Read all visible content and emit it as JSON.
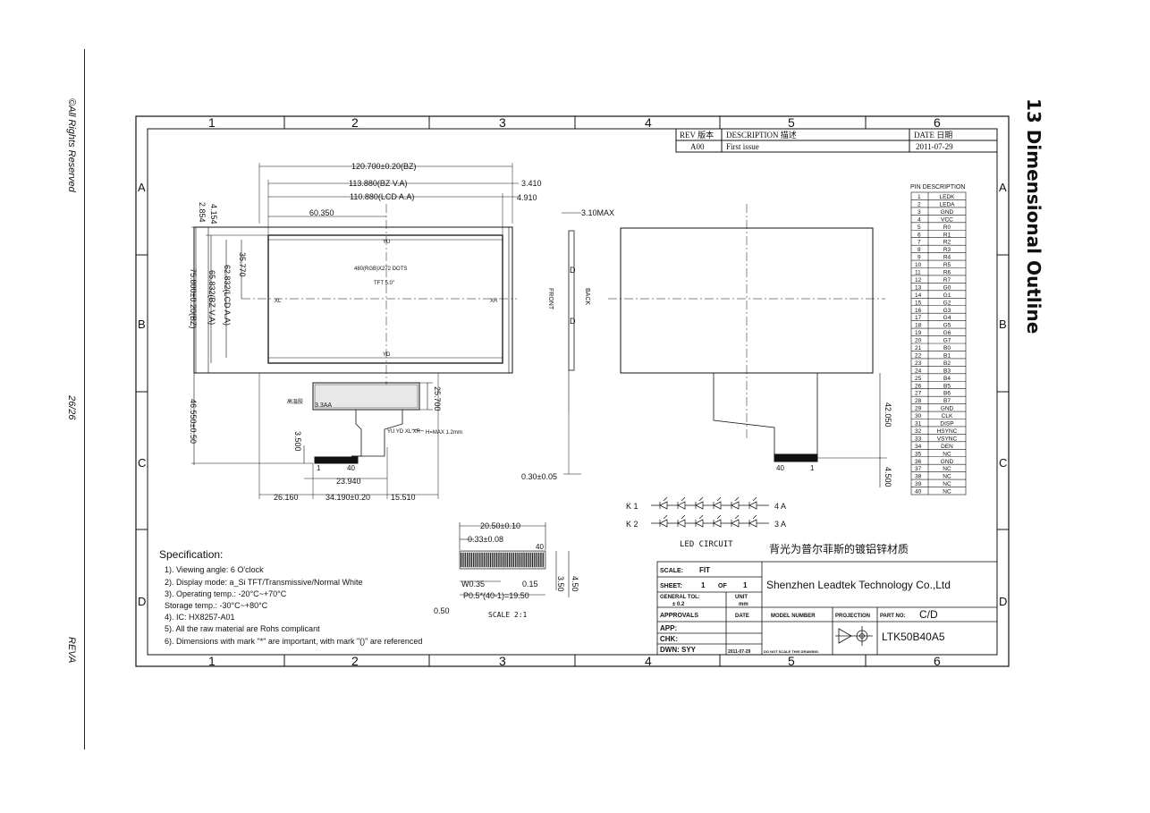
{
  "page": {
    "left_margin_text": {
      "rights": "©All Rights Reserved",
      "page_no": "26/26",
      "revision": "REVA"
    },
    "section_title": "13 Dimensional Outline"
  },
  "frame": {
    "columns": [
      "1",
      "2",
      "3",
      "4",
      "5",
      "6"
    ],
    "rows": [
      "A",
      "B",
      "C",
      "D"
    ]
  },
  "revision_table": {
    "headers": [
      "REV 版本",
      "DESCRIPTION 描述",
      "DATE 日期"
    ],
    "row": [
      "A00",
      "First issue",
      "2011-07-29"
    ]
  },
  "front_view": {
    "dim_overall_width": "120.700±0.20(BZ)",
    "dim_va_width": "113.880(BZ V.A)",
    "dim_aa_width": "110.880(LCD A.A)",
    "dim_right1": "3.410",
    "dim_right2": "4.910",
    "dim_half": "60.350",
    "dim_left1": "4.154",
    "dim_left2": "2.854",
    "dim_v1": "35.770",
    "dim_v2": "62.832(LCD A.A)",
    "dim_v3": "65.832(BZ V.A)",
    "dim_v4": "75.800±0.20(BZ)",
    "center_line1": "480(RGB)X272 DOTS",
    "center_line2": "TFT 5.0\"",
    "lbl_yu": "YU",
    "lbl_yd": "YD",
    "lbl_xl": "XL",
    "lbl_xr": "XR",
    "fpc_dim_25": "25.700",
    "fpc_dim_46": "46.550±0.50",
    "fpc_dim_35": "3.500",
    "fpc_pin1": "1",
    "fpc_pin40": "40",
    "fpc_dim_23": "23.940",
    "fpc_dim_26": "26.160",
    "fpc_dim_34": "34.190±0.20",
    "fpc_dim_15": "15.510",
    "fpc_label_cn": "高温胶",
    "fpc_label_aa": "3.3AA",
    "fpc_touch": "YU YD\nXL XR",
    "fpc_hmax": "H=MAX 1.2mm"
  },
  "side_view": {
    "dim_thickness": "3.10MAX",
    "lbl_front": "FRONT",
    "lbl_back": "BACK",
    "lbl_d": "D",
    "dim_bottom": "0.30±0.05"
  },
  "back_view": {
    "dim_42": "42.050",
    "dim_45": "4.500",
    "pin40": "40",
    "pin1": "1"
  },
  "pin_table": {
    "title": "PIN  DESCRIPTION",
    "pins": [
      [
        "1",
        "LEDK"
      ],
      [
        "2",
        "LEDA"
      ],
      [
        "3",
        "GND"
      ],
      [
        "4",
        "VCC"
      ],
      [
        "5",
        "R0"
      ],
      [
        "6",
        "R1"
      ],
      [
        "7",
        "R2"
      ],
      [
        "8",
        "R3"
      ],
      [
        "9",
        "R4"
      ],
      [
        "10",
        "R5"
      ],
      [
        "11",
        "R6"
      ],
      [
        "12",
        "R7"
      ],
      [
        "13",
        "G0"
      ],
      [
        "14",
        "G1"
      ],
      [
        "15",
        "G2"
      ],
      [
        "16",
        "G3"
      ],
      [
        "17",
        "G4"
      ],
      [
        "18",
        "G5"
      ],
      [
        "19",
        "G6"
      ],
      [
        "20",
        "G7"
      ],
      [
        "21",
        "B0"
      ],
      [
        "22",
        "B1"
      ],
      [
        "23",
        "B2"
      ],
      [
        "24",
        "B3"
      ],
      [
        "25",
        "B4"
      ],
      [
        "26",
        "B5"
      ],
      [
        "27",
        "B6"
      ],
      [
        "28",
        "B7"
      ],
      [
        "29",
        "GND"
      ],
      [
        "30",
        "CLK"
      ],
      [
        "31",
        "DISP"
      ],
      [
        "32",
        "HSYNC"
      ],
      [
        "33",
        "VSYNC"
      ],
      [
        "34",
        "DEN"
      ],
      [
        "35",
        "NC"
      ],
      [
        "36",
        "GND"
      ],
      [
        "37",
        "NC"
      ],
      [
        "38",
        "NC"
      ],
      [
        "39",
        "NC"
      ],
      [
        "40",
        "NC"
      ]
    ]
  },
  "led_circuit": {
    "k1": "K  1",
    "k2": "K  2",
    "a4": "4  A",
    "a3": "3  A",
    "title": "LED  CIRCUIT",
    "note_cn": "背光为普尔菲斯的镀铝锌材质"
  },
  "fpc_detail": {
    "dim_20": "20.50±0.10",
    "dim_033": "0.33±0.08",
    "pin40": "40",
    "dim_350": "3.50",
    "dim_450": "4.50",
    "dim_w": "W0.35",
    "dim_015": "0.15",
    "dim_pitch": "P0.5*(40-1)=19.50",
    "dim_050": "0.50",
    "scale": "SCALE 2:1"
  },
  "specification": {
    "title": "Specification:",
    "lines": [
      "1). Viewing angle: 6 O'clock",
      "2). Display mode: a_Si TFT/Transmissive/Normal White",
      "3). Operating temp.: -20°C~+70°C",
      "      Storage temp.: -30°C~+80°C",
      "4). IC: HX8257-A01",
      "5). All the raw material are Rohs complicant",
      "6). Dimensions with mark \"*\" are important, with mark \"()\" are referenced"
    ]
  },
  "title_block": {
    "scale_lbl": "SCALE:",
    "scale_val": "FIT",
    "company": "Shenzhen Leadtek Technology Co.,Ltd",
    "sheet_lbl": "SHEET:",
    "sheet_val": "1",
    "of_lbl": "OF",
    "of_val": "1",
    "tol_lbl": "GENERAL TOL:",
    "tol_val": "± 0.2",
    "unit_lbl": "UNIT",
    "unit_val": "mm",
    "approvals": "APPROVALS",
    "date_lbl": "DATE",
    "model_lbl": "MODEL NUMBER",
    "projection_lbl": "PROJECTION",
    "part_lbl": "PART NO:",
    "part_val": "C/D",
    "app": "APP:",
    "chk": "CHK:",
    "dwn": "DWN: SYY",
    "dwn_date": "2011-07-29",
    "noscale": "DO NOT SCALE THIS DRAWING.",
    "model": "LTK50B40A5"
  }
}
